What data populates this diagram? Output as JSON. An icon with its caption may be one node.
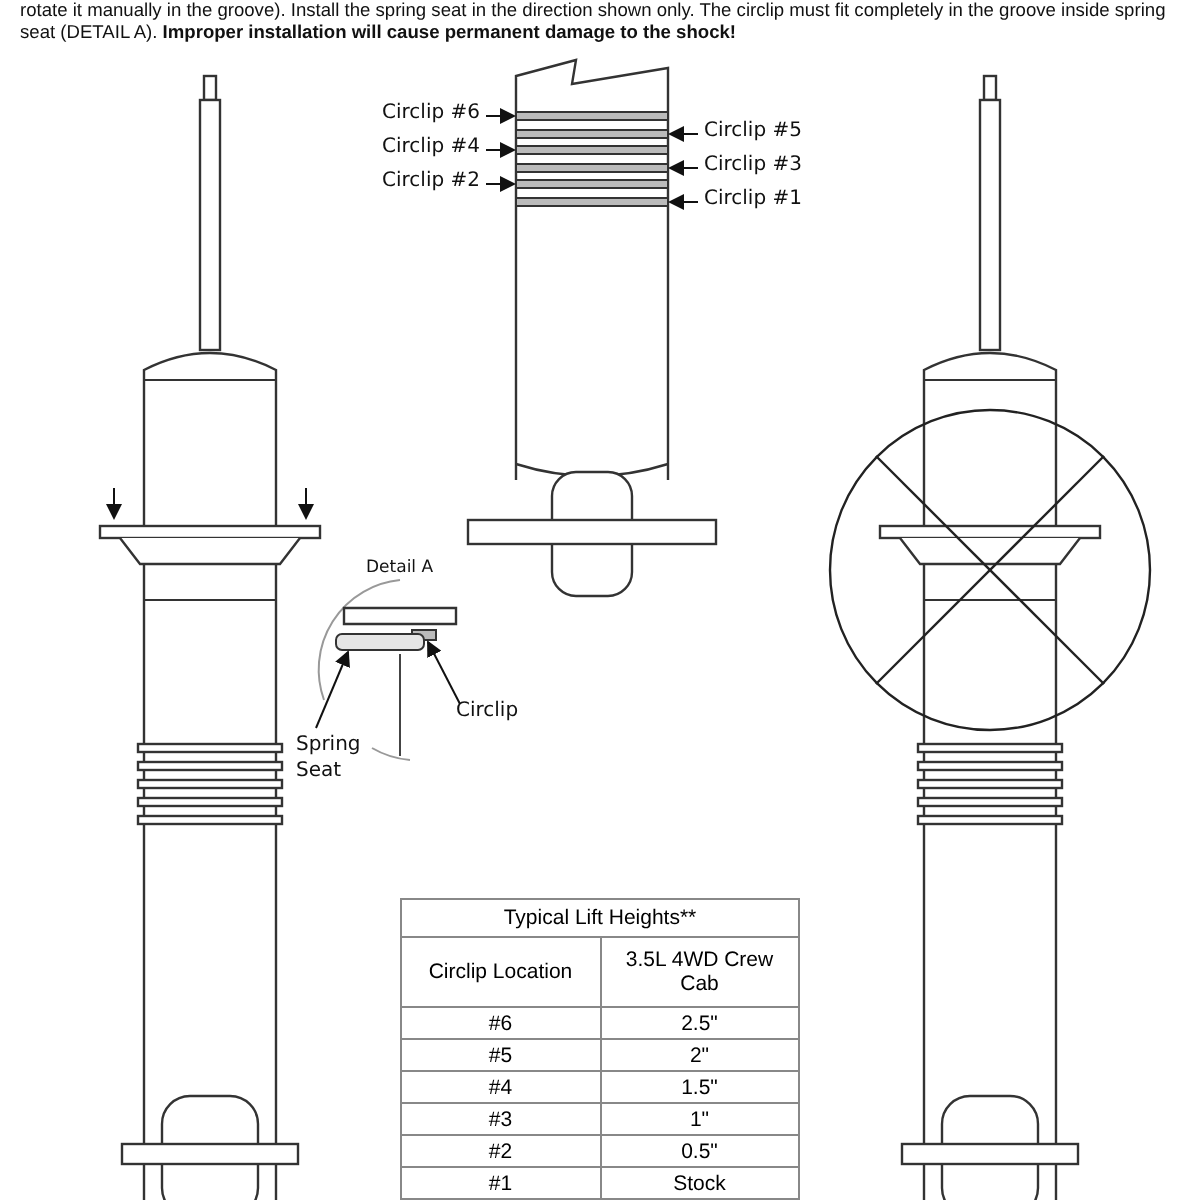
{
  "diagram": {
    "nodes": [
      {
        "text": [
          "Circlip #6"
        ]
      },
      {
        "text": [
          "Circlip #5"
        ]
      },
      {
        "text": [
          "Circlip #4"
        ]
      },
      {
        "text": [
          "Circlip #3"
        ]
      },
      {
        "text": [
          "Circlip #2"
        ]
      },
      {
        "text": [
          "Circlip #1"
        ]
      },
      {
        "text": [],
        "shape": "bar"
      },
      {
        "text": [],
        "shape": "bar"
      },
      {
        "text": [],
        "shape": "bar"
      },
      {
        "text": [],
        "shape": "bar"
      },
      {
        "text": [],
        "shape": "bar"
      },
      {
        "text": [],
        "shape": "bar"
      },
      {
        "text": [
          "Circlip"
        ]
      },
      {
        "text": [
          "Spring Seat"
        ]
      },
      {
        "text": [],
        "shape": "bar"
      },
      {
        "text": [],
        "shape": "bar"
      }
    ],
    "edges": [
      {
        "from": 0,
        "to": 6,
        "arrow": "to"
      },
      {
        "from": 1,
        "to": 7,
        "arrow": "to"
      },
      {
        "from": 2,
        "to": 8,
        "arrow": "to"
      },
      {
        "from": 3,
        "to": 9,
        "arrow": "to"
      },
      {
        "from": 4,
        "to": 10,
        "arrow": "to"
      },
      {
        "from": 5,
        "to": 11,
        "arrow": "to"
      },
      {
        "from": 12,
        "to": 14,
        "arrow": "to"
      },
      {
        "from": 13,
        "to": 15,
        "arrow": "to"
      }
    ],
    "labels": [
      "rotate it manually in the groove). Install the spring seat in the direction shown only. The circlip must fit completely in the groove inside spring seat (DETAIL A). **Improper installation will cause permanent damage to the shock!**",
      "Detail A",
      "Typical Lift Heights**",
      "Circlip Location",
      "3.5L 4WD Crew Cab",
      "#6",
      "2.5\"",
      "#5",
      "2\"",
      "#4",
      "1.5\"",
      "#3",
      "1\"",
      "#2",
      "0.5\"",
      "#1",
      "Stock"
    ]
  }
}
